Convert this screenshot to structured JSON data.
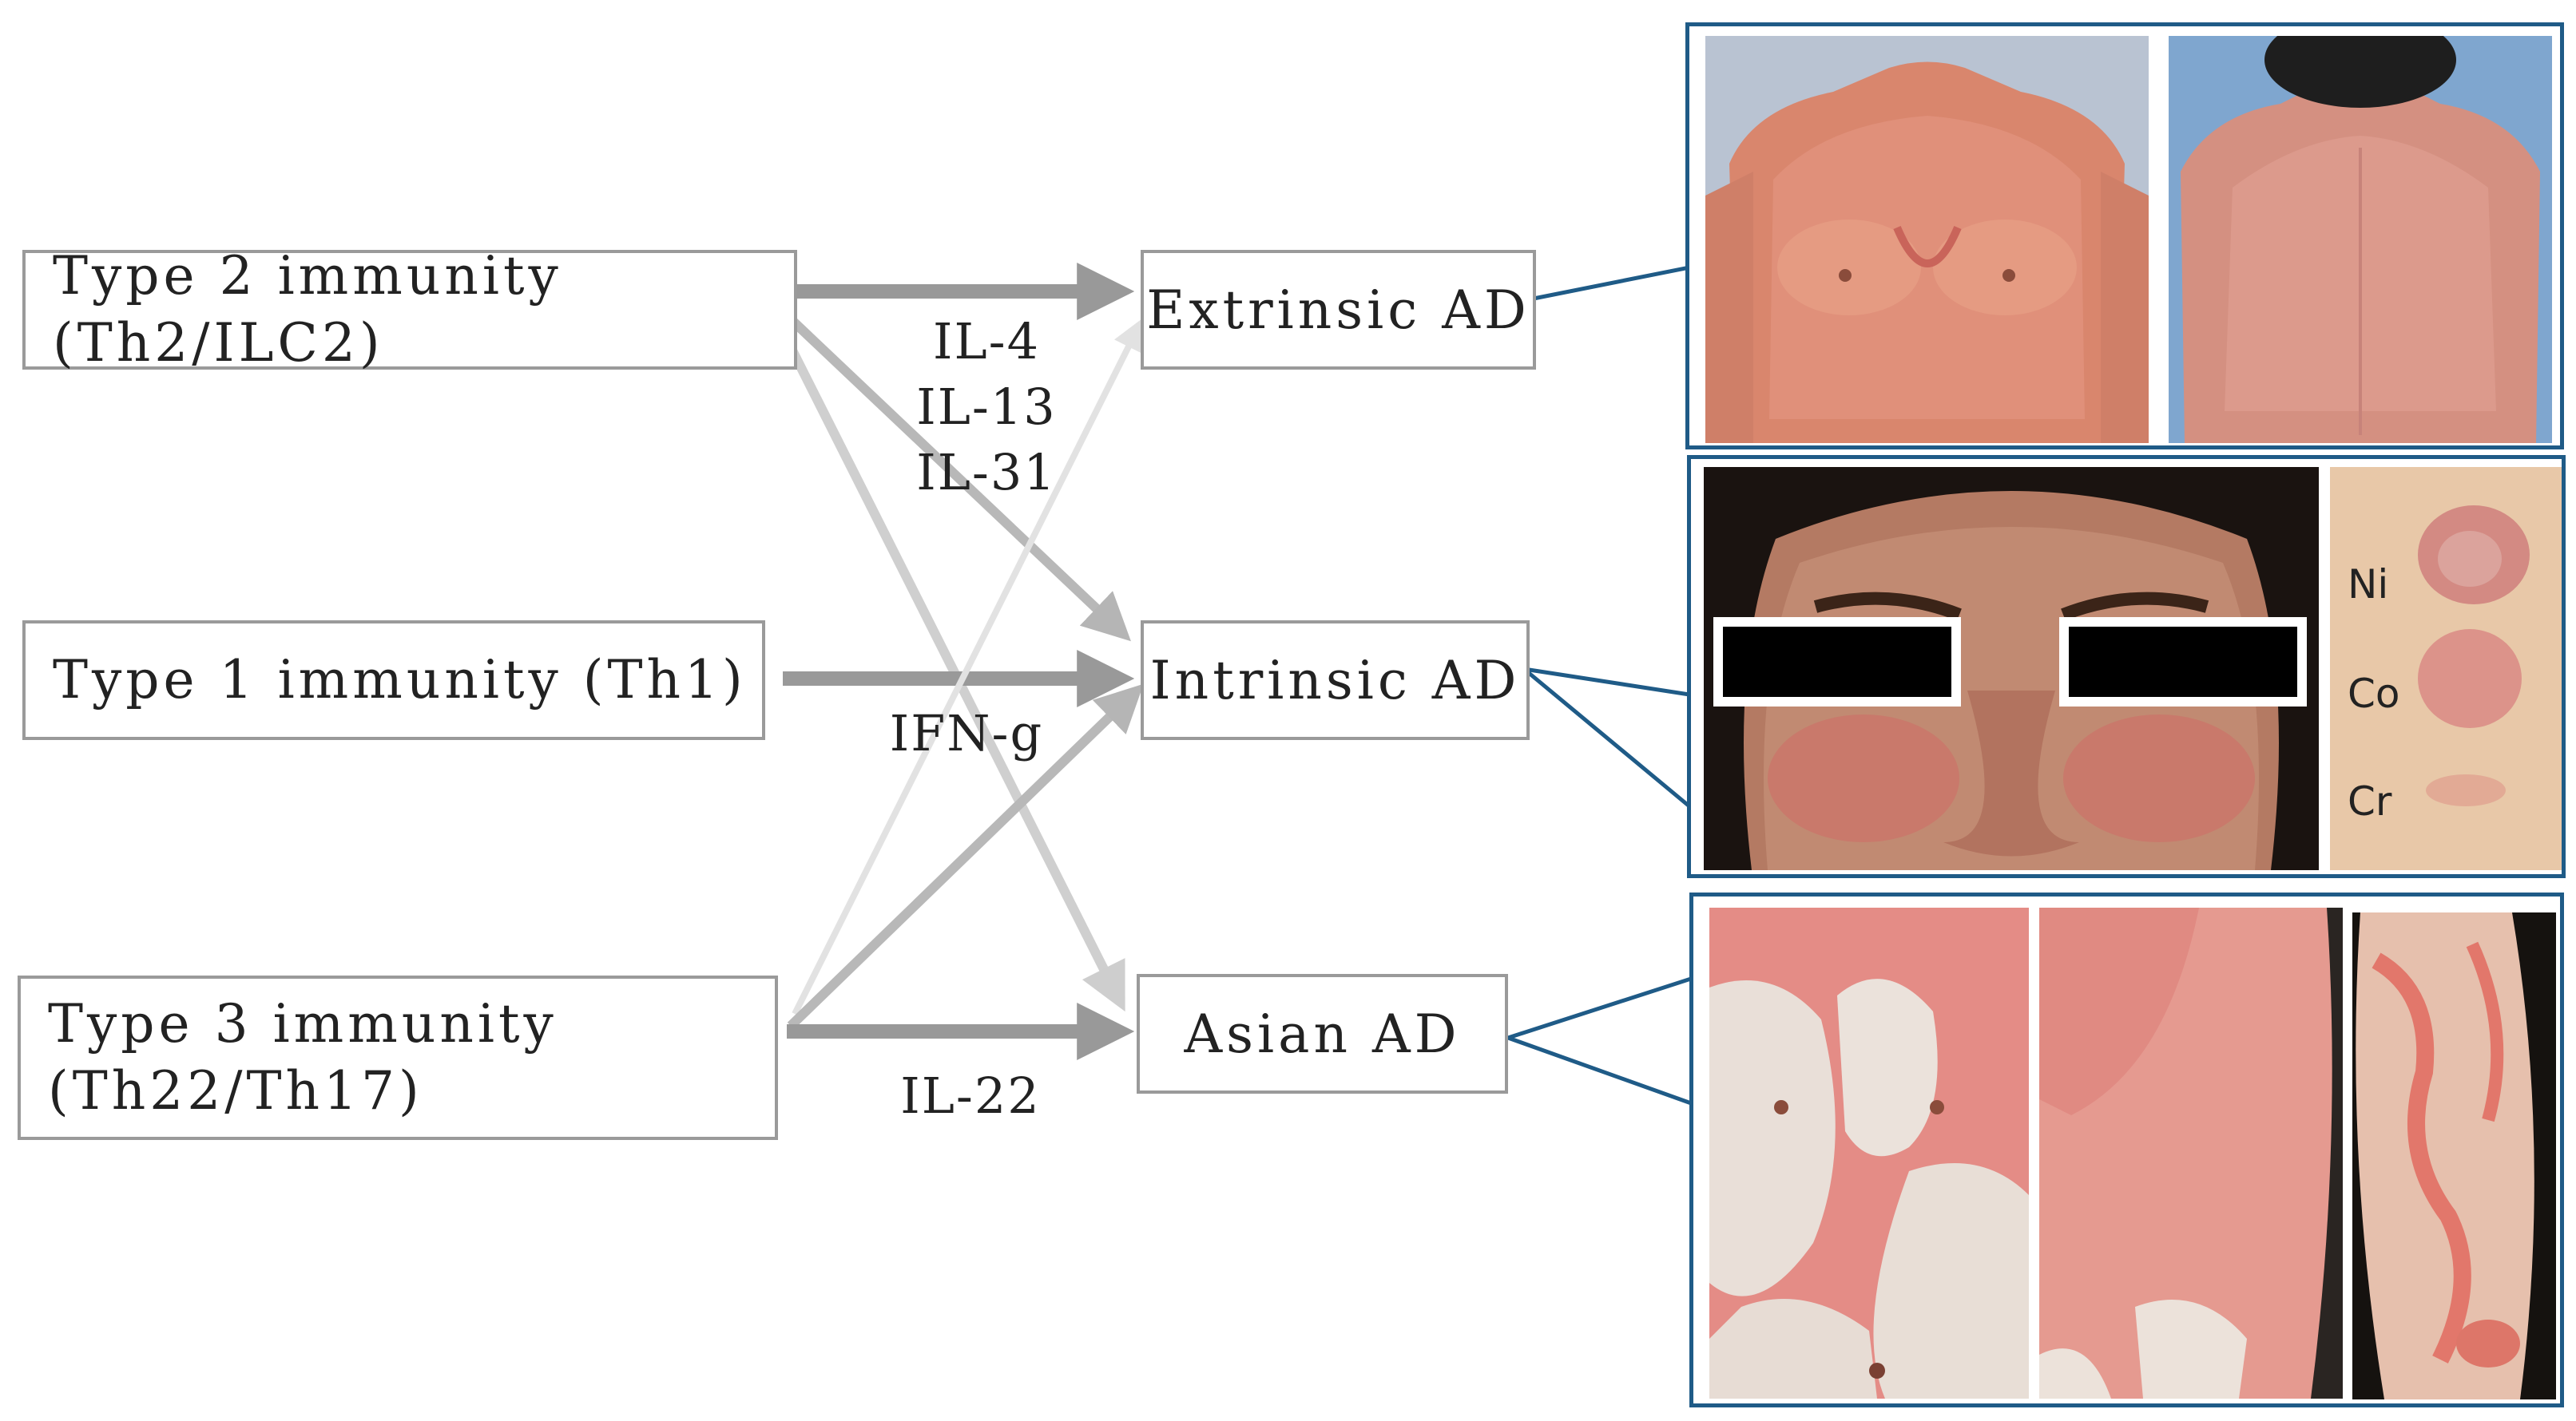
{
  "sources": {
    "type2": "Type 2 immunity (Th2/ILC2)",
    "type1": "Type 1 immunity (Th1)",
    "type3_line1": "Type 3 immunity",
    "type3_line2": "(Th22/Th17)"
  },
  "targets": {
    "extrinsic": "Extrinsic AD",
    "intrinsic": "Intrinsic AD",
    "asian": "Asian AD"
  },
  "cytokines": {
    "type2": [
      "IL-4",
      "IL-13",
      "IL-31"
    ],
    "type1": "IFN-g",
    "type3": "IL-22"
  },
  "patch_test": [
    "Ni",
    "Co",
    "Cr"
  ],
  "colors": {
    "frame": "#1f5b87",
    "box_border": "#9a9a9a",
    "arrow_strong": "#999999",
    "arrow_medium": "#b8b8b8",
    "arrow_light": "#cfcfcf",
    "arrow_faint": "#e2e2e2",
    "skin_lesion": "#e08a86"
  }
}
